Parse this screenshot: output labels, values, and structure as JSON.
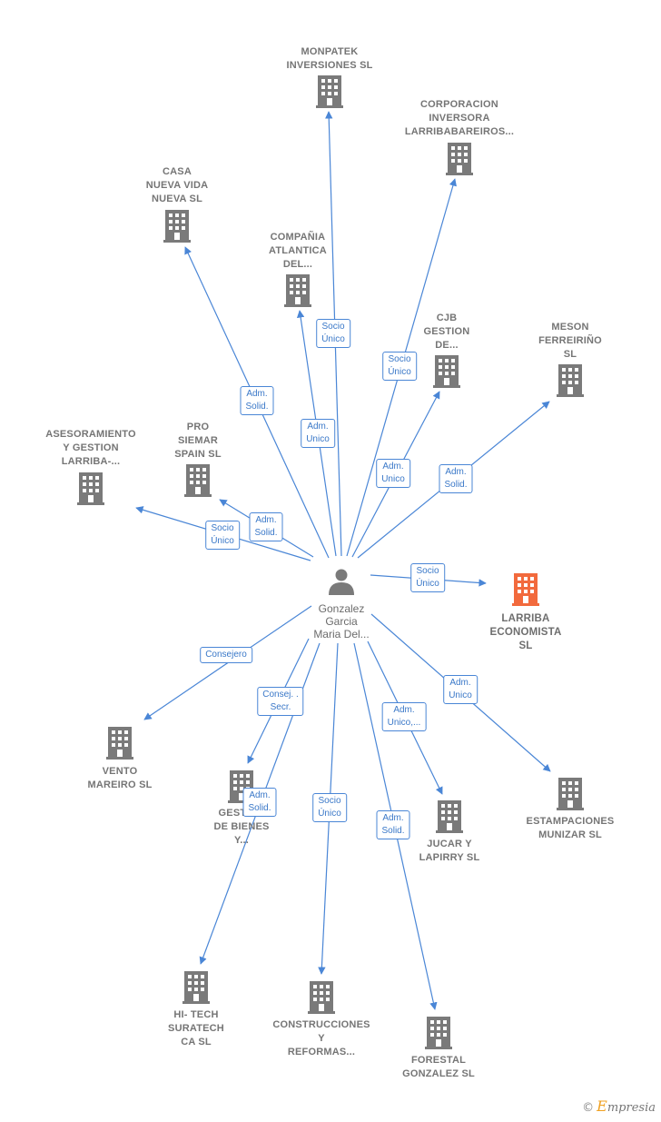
{
  "colors": {
    "edge": "#4a86d6",
    "building": "#7a7a7a",
    "building_highlight": "#f26a3d",
    "person": "#7a7a7a"
  },
  "person": {
    "icon": "person-icon",
    "lines": [
      "Gonzalez",
      "Garcia",
      "Maria Del..."
    ]
  },
  "companies": [
    {
      "id": "monpatek",
      "lines": [
        "MONPATEK",
        "INVERSIONES SL"
      ],
      "icon": "building-icon"
    },
    {
      "id": "corporacion",
      "lines": [
        "CORPORACION",
        "INVERSORA",
        "LARRIBABAREIROS..."
      ],
      "icon": "building-icon"
    },
    {
      "id": "casa",
      "lines": [
        "CASA",
        "NUEVA VIDA",
        "NUEVA  SL"
      ],
      "icon": "building-icon"
    },
    {
      "id": "compania",
      "lines": [
        "COMPAÑIA",
        "ATLANTICA",
        "DEL..."
      ],
      "icon": "building-icon"
    },
    {
      "id": "cjb",
      "lines": [
        "CJB",
        "GESTION",
        "DE..."
      ],
      "icon": "building-icon"
    },
    {
      "id": "meson",
      "lines": [
        "MESON",
        "FERREIRIÑO",
        "SL"
      ],
      "icon": "building-icon"
    },
    {
      "id": "asesoramiento",
      "lines": [
        "ASESORAMIENTO",
        "Y GESTION",
        "LARRIBA-..."
      ],
      "icon": "building-icon"
    },
    {
      "id": "pro",
      "lines": [
        "PRO",
        "SIEMAR",
        "SPAIN SL"
      ],
      "icon": "building-icon"
    },
    {
      "id": "larriba",
      "lines": [
        "LARRIBA",
        "ECONOMISTA",
        "SL"
      ],
      "icon": "building-icon",
      "highlight": true
    },
    {
      "id": "vento",
      "lines": [
        "VENTO",
        "MAREIRO SL"
      ],
      "icon": "building-icon"
    },
    {
      "id": "gestion",
      "lines": [
        "GESTION",
        "DE BIENES",
        "Y..."
      ],
      "icon": "building-icon"
    },
    {
      "id": "jucar",
      "lines": [
        "JUCAR Y",
        "LAPIRRY SL"
      ],
      "icon": "building-icon"
    },
    {
      "id": "estampaciones",
      "lines": [
        "ESTAMPACIONES",
        "MUNIZAR SL"
      ],
      "icon": "building-icon"
    },
    {
      "id": "hitech",
      "lines": [
        "HI- TECH",
        "SURATECH",
        "CA SL"
      ],
      "icon": "building-icon"
    },
    {
      "id": "construcciones",
      "lines": [
        "CONSTRUCCIONES",
        "Y",
        "REFORMAS..."
      ],
      "icon": "building-icon"
    },
    {
      "id": "forestal",
      "lines": [
        "FORESTAL",
        "GONZALEZ  SL"
      ],
      "icon": "building-icon"
    }
  ],
  "relations": [
    {
      "target": "monpatek",
      "label": [
        "Socio",
        "Único"
      ]
    },
    {
      "target": "corporacion",
      "label": [
        "Socio",
        "Único"
      ]
    },
    {
      "target": "casa",
      "label": [
        "Adm.",
        "Solid."
      ]
    },
    {
      "target": "compania",
      "label": [
        "Adm.",
        "Unico"
      ]
    },
    {
      "target": "cjb",
      "label": [
        "Adm.",
        "Unico"
      ]
    },
    {
      "target": "meson",
      "label": [
        "Adm.",
        "Solid."
      ]
    },
    {
      "target": "asesoramiento",
      "label": [
        "Socio",
        "Único"
      ]
    },
    {
      "target": "pro",
      "label": [
        "Adm.",
        "Solid."
      ]
    },
    {
      "target": "larriba",
      "label": [
        "Socio",
        "Único"
      ]
    },
    {
      "target": "vento",
      "label": [
        "Consejero"
      ]
    },
    {
      "target": "gestion",
      "label": [
        "Consej. .",
        "Secr."
      ]
    },
    {
      "target": "jucar",
      "label": [
        "Adm.",
        "Unico,..."
      ]
    },
    {
      "target": "estampaciones",
      "label": [
        "Adm.",
        "Unico"
      ]
    },
    {
      "target": "hitech",
      "label": [
        "Adm.",
        "Solid."
      ]
    },
    {
      "target": "construcciones",
      "label": [
        "Socio",
        "Único"
      ]
    },
    {
      "target": "forestal",
      "label": [
        "Adm.",
        "Solid."
      ]
    }
  ],
  "footer": {
    "copyright": "©",
    "brand_initial": "E",
    "brand_rest": "mpresia"
  }
}
